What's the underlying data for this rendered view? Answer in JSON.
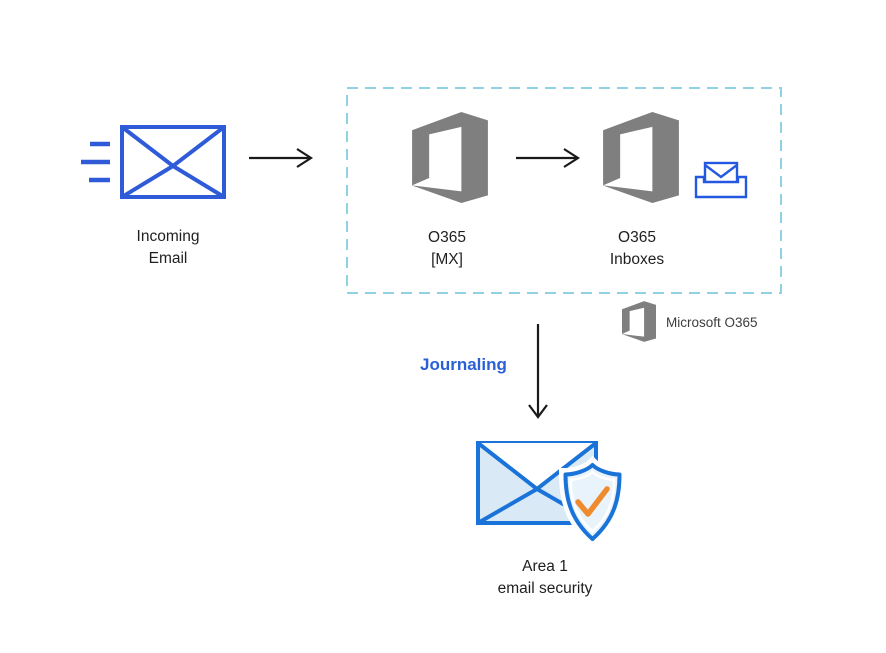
{
  "nodes": {
    "incoming_email": {
      "label": "Incoming\nEmail"
    },
    "o365_mx": {
      "label": "O365\n[MX]"
    },
    "o365_inboxes": {
      "label": "O365\nInboxes"
    },
    "area1": {
      "label": "Area 1\nemail security"
    }
  },
  "annotations": {
    "journaling": "Journaling",
    "legend_label": "Microsoft O365"
  },
  "icons": {
    "incoming-email-icon": "blue outline envelope with three motion lines",
    "o365-logo-icon": "gray Microsoft Office 365 logo",
    "inbox-tray-icon": "small blue envelope dropping into inbox tray",
    "arrow-right-icon": "thin black right arrow",
    "arrow-down-icon": "thin black down arrow",
    "area1-security-icon": "envelope with shield and orange checkmark"
  },
  "colors": {
    "envelope_blue": "#2f5bd8",
    "inbox_blue": "#2458e0",
    "office_gray": "#7f7f7f",
    "boundary_dash": "#8fd2e3",
    "journaling_blue": "#2b5fd7",
    "area1_blue": "#1a73d8",
    "area1_envelope_fill": "#d9eaf6",
    "shield_fill": "#e9f3fb",
    "check_orange": "#ee8b2e",
    "arrow_black": "#1a1a1a",
    "text_black": "#1f1f1f",
    "legend_text": "#3d3d3d"
  }
}
